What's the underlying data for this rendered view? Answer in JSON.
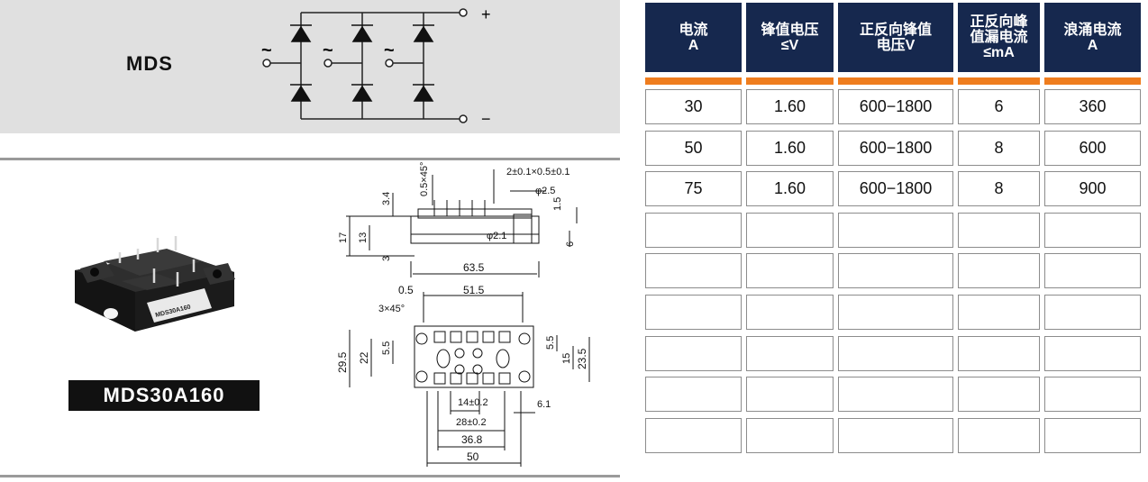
{
  "schematic": {
    "model_series": "MDS",
    "ac_symbols": [
      "~",
      "~",
      "~"
    ],
    "plus_label": "+",
    "minus_label": "−"
  },
  "product": {
    "part_number": "MDS30A160",
    "module_marking": "MDS30A160"
  },
  "dimensions": {
    "side_view": [
      "2±0.1×0.5±0.1",
      "0.5×45°",
      "3.4",
      "φ2.5",
      "1.5",
      "φ2.1",
      "17",
      "13",
      "3",
      "6",
      "63.5"
    ],
    "top_view": [
      "0.5",
      "51.5",
      "3×45°",
      "5.5",
      "29.5",
      "22",
      "5.5",
      "15",
      "23.5",
      "14±0.2",
      "6.1",
      "28±0.2",
      "36.8",
      "50"
    ]
  },
  "table": {
    "headers": [
      [
        "电流",
        "A"
      ],
      [
        "锋值电压",
        "≤V"
      ],
      [
        "正反向锋值",
        "电压V"
      ],
      [
        "正反向峰",
        "值漏电流",
        "≤mA"
      ],
      [
        "浪涌电流",
        "A"
      ]
    ],
    "rows": [
      [
        "30",
        "1.60",
        "600−1800",
        "6",
        "360"
      ],
      [
        "50",
        "1.60",
        "600−1800",
        "8",
        "600"
      ],
      [
        "75",
        "1.60",
        "600−1800",
        "8",
        "900"
      ],
      [
        "",
        "",
        "",
        "",
        ""
      ],
      [
        "",
        "",
        "",
        "",
        ""
      ],
      [
        "",
        "",
        "",
        "",
        ""
      ],
      [
        "",
        "",
        "",
        "",
        ""
      ],
      [
        "",
        "",
        "",
        "",
        ""
      ],
      [
        "",
        "",
        "",
        "",
        ""
      ]
    ]
  },
  "colors": {
    "header_bg": "#16284e",
    "accent": "#ef7d1e",
    "band_bg": "#e0e0e0"
  }
}
